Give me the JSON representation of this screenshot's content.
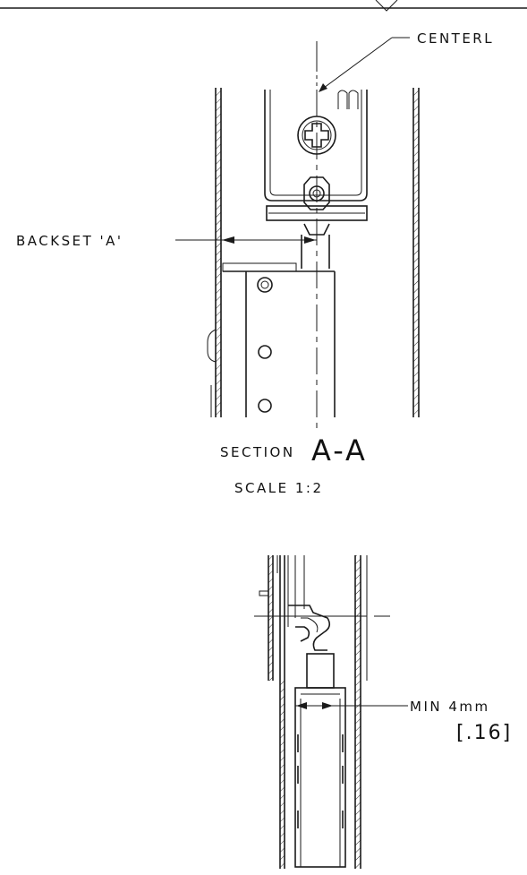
{
  "labels": {
    "centerline": "CENTERL",
    "backset": "BACKSET 'A'",
    "section_word": "SECTION",
    "section_id": "A-A",
    "scale": "SCALE 1:2",
    "min_mm": "MIN 4mm",
    "min_inch": "[.16]"
  },
  "colors": {
    "ink": "#1a1a1a",
    "paper": "#ffffff"
  }
}
